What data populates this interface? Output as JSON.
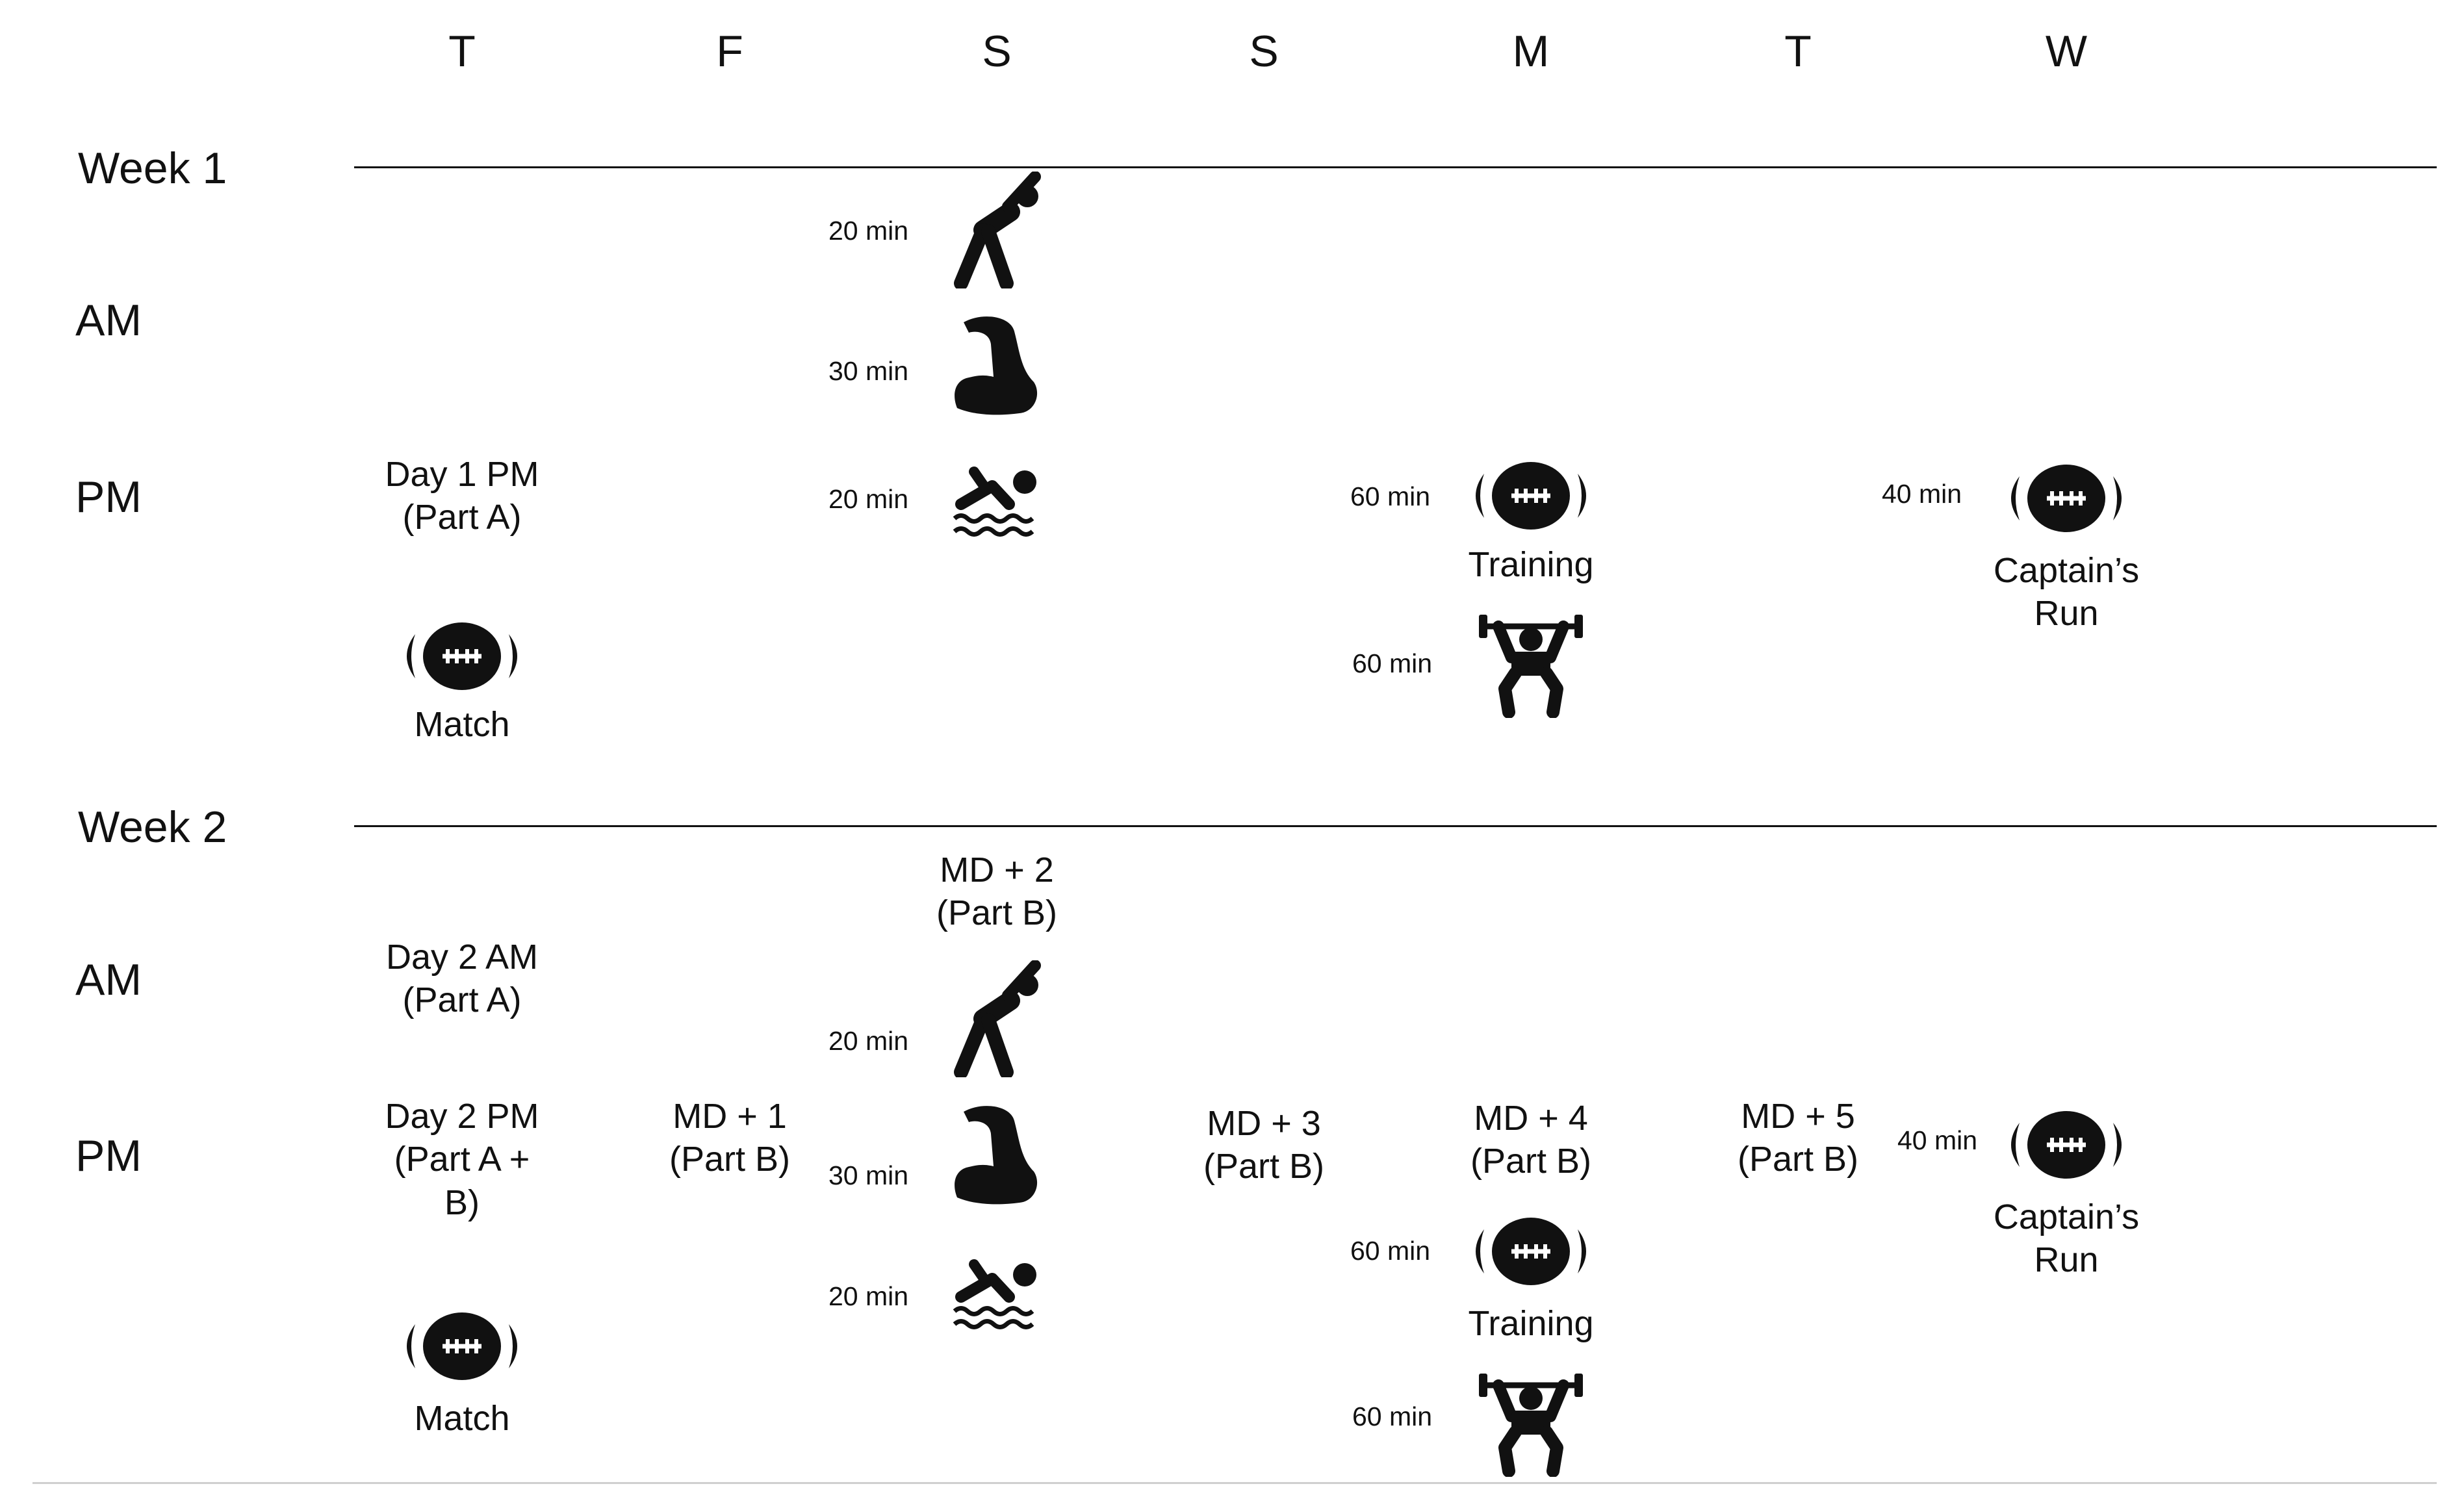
{
  "days": [
    "T",
    "F",
    "S",
    "S",
    "M",
    "T",
    "W"
  ],
  "weeks": [
    {
      "label": "Week 1",
      "am": "AM",
      "pm": "PM",
      "tue_label": "Day 1 PM\n(Part A)",
      "match": "Match",
      "sat": [
        {
          "duration": "20 min",
          "icon": "stretching-icon"
        },
        {
          "duration": "30 min",
          "icon": "strength-arm-icon"
        },
        {
          "duration": "20 min",
          "icon": "swimming-icon"
        }
      ],
      "mon": [
        {
          "duration": "60 min",
          "icon": "rugby-ball-icon",
          "caption": "Training"
        },
        {
          "duration": "60 min",
          "icon": "weightlifting-icon"
        }
      ],
      "wed": {
        "duration": "40 min",
        "icon": "rugby-ball-icon",
        "caption": "Captain’s\nRun"
      }
    },
    {
      "label": "Week 2",
      "am": "AM",
      "pm": "PM",
      "tue_am_label": "Day 2 AM\n(Part A)",
      "tue_pm_label": "Day 2 PM\n(Part A +\nB)",
      "match": "Match",
      "fri_label": "MD + 1\n(Part B)",
      "sat_label": "MD + 2\n(Part B)",
      "sat": [
        {
          "duration": "20 min",
          "icon": "stretching-icon"
        },
        {
          "duration": "30 min",
          "icon": "strength-arm-icon"
        },
        {
          "duration": "20 min",
          "icon": "swimming-icon"
        }
      ],
      "sun_label": "MD + 3\n(Part B)",
      "mon_label": "MD + 4\n(Part B)",
      "mon": [
        {
          "duration": "60 min",
          "icon": "rugby-ball-icon",
          "caption": "Training"
        },
        {
          "duration": "60 min",
          "icon": "weightlifting-icon"
        }
      ],
      "tue2_label": "MD + 5\n(Part B)",
      "wed": {
        "duration": "40 min",
        "icon": "rugby-ball-icon",
        "caption": "Captain’s\nRun"
      }
    }
  ]
}
